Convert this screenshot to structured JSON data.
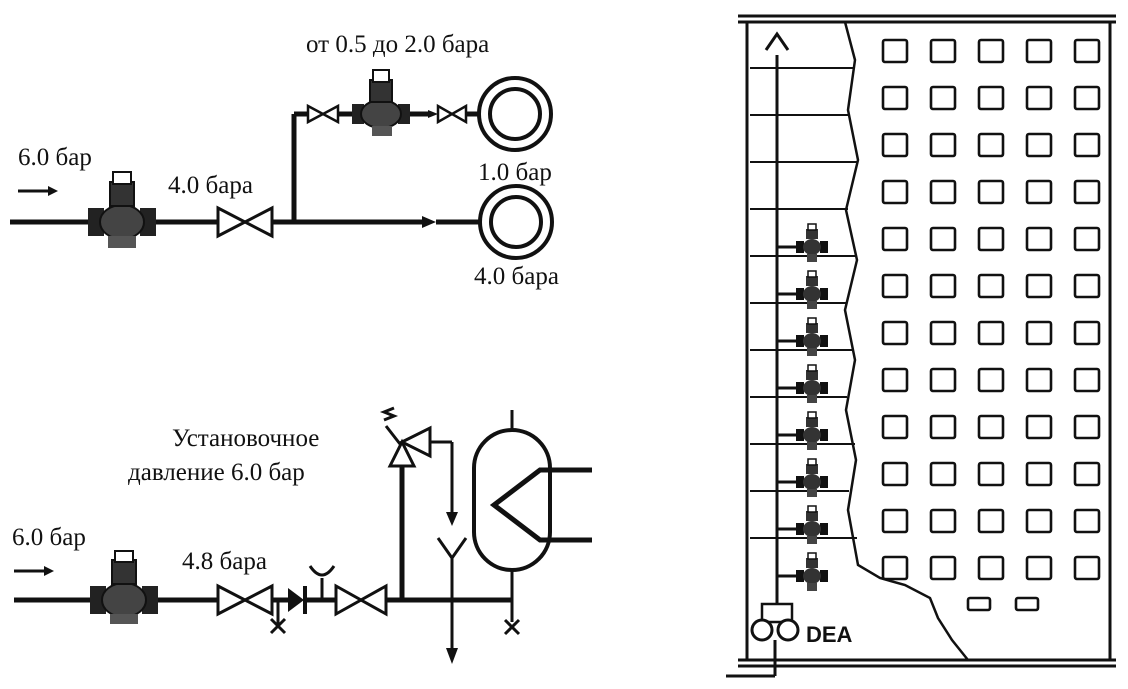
{
  "top_diagram": {
    "inlet_pressure": "6.0 бар",
    "after_reducer": "4.0 бара",
    "branch_range": "от 0.5 до 2.0 бара",
    "gauge_upper": "1.0 бар",
    "gauge_lower": "4.0 бара"
  },
  "bottom_diagram": {
    "inlet_pressure": "6.0 бар",
    "after_reducer": "4.8 бара",
    "safety_valve_label_line1": "Установочное",
    "safety_valve_label_line2": "давление 6.0 бар"
  },
  "building": {
    "unit_label": "DEA",
    "floor_reducer_count": 8
  }
}
